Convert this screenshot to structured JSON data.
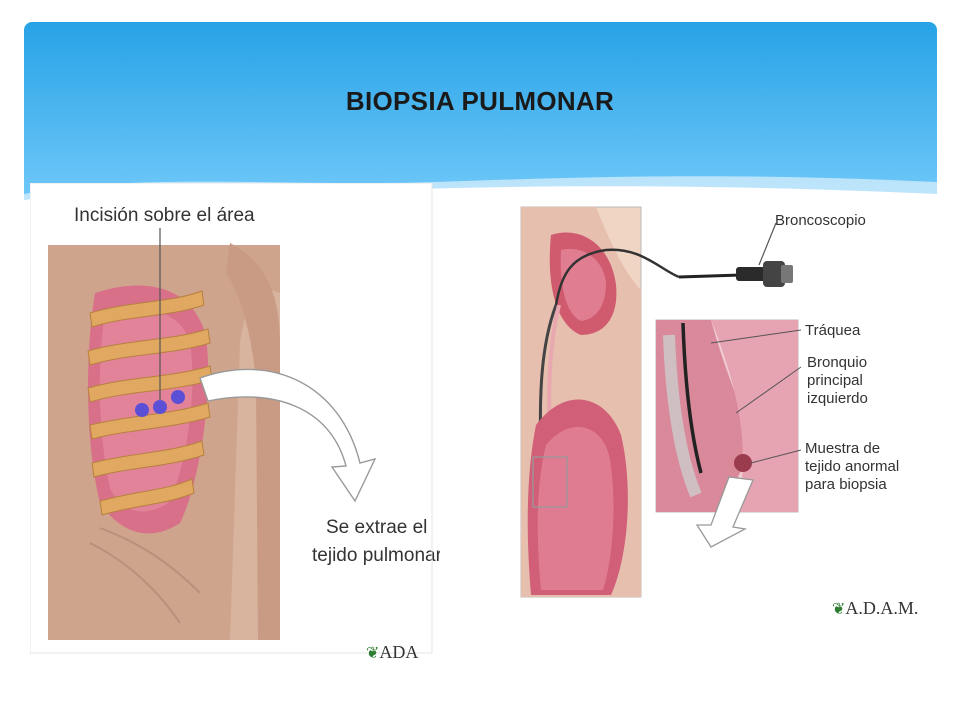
{
  "slide": {
    "title": "BIOPSIA PULMONAR"
  },
  "left_figure": {
    "label_incision": "Incisión sobre el área",
    "label_extract_line1": "Se extrae el",
    "label_extract_line2": "tejido pulmonar",
    "logo_text": "ADA"
  },
  "right_figure": {
    "label_bronchoscope": "Broncoscopio",
    "label_trachea": "Tráquea",
    "label_bronchus_line1": "Bronquio",
    "label_bronchus_line2": "principal",
    "label_bronchus_line3": "izquierdo",
    "label_sample_line1": "Muestra de",
    "label_sample_line2": "tejido anormal",
    "label_sample_line3": "para biopsia",
    "logo_text": "A.D.A.M."
  },
  "colors": {
    "banner_top": "#2aa6e8",
    "banner_bottom": "#8ed4fb",
    "lung_pink": "#d9708a",
    "rib": "#e0a860",
    "skin": "#d9b09a",
    "marker": "#5b4fd6",
    "logo_leaf": "#2e7d32"
  },
  "icons": [
    "leaf-icon",
    "arrow-curve-icon"
  ]
}
